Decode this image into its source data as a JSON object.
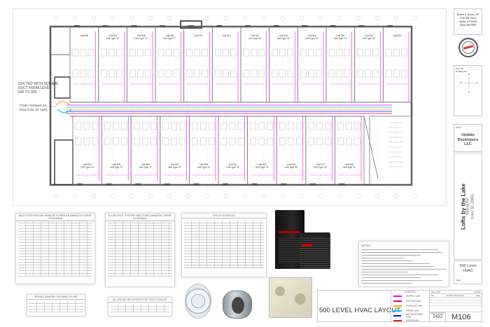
{
  "drawing": {
    "annotations": {
      "duct_note": [
        "DUCTED WITH SQUARE",
        "DUCT FROM LEVEL",
        "500 TO 300"
      ],
      "fresh_note": [
        "Fresh / Exhaust Air",
        "Duct to be 10' Apart"
      ]
    },
    "top_units": [
      {
        "unit": "Unit 502",
        "type": ""
      },
      {
        "unit": "Unit 504",
        "type": "Unit Type \"A\""
      },
      {
        "unit": "Unit 506",
        "type": "Unit Type \"C\""
      },
      {
        "unit": "Unit 508",
        "type": "Unit Type \"F\""
      },
      {
        "unit": "Unit 510",
        "type": ""
      },
      {
        "unit": "Unit 512",
        "type": ""
      },
      {
        "unit": "Unit 514",
        "type": "Unit Type \"D\""
      },
      {
        "unit": "Unit 516",
        "type": "Unit Type \"D\""
      },
      {
        "unit": "Unit 518",
        "type": "Unit Type \"D\""
      },
      {
        "unit": "Unit 520",
        "type": "Unit Type \"D\""
      },
      {
        "unit": "Unit 522",
        "type": "Unit Type \"D\""
      },
      {
        "unit": "Unit 524",
        "type": ""
      }
    ],
    "bottom_units": [
      {
        "unit": "Unit 501",
        "type": "Unit Type \"A\""
      },
      {
        "unit": "Unit 503",
        "type": "Unit Type \"E\""
      },
      {
        "unit": "Unit 505",
        "type": "Unit Type \"F\""
      },
      {
        "unit": "Unit 507",
        "type": "Unit Type \"E\""
      },
      {
        "unit": "Unit 509",
        "type": "Unit Type \"A\""
      },
      {
        "unit": "Unit 511",
        "type": "Unit Type \"B\""
      },
      {
        "unit": "Unit 513",
        "type": "Unit Type \"B\""
      },
      {
        "unit": "Unit 515",
        "type": "Unit Type \"B\""
      },
      {
        "unit": "Unit 517",
        "type": "Unit Type \"B\""
      },
      {
        "unit": "Unit 519",
        "type": "Unit Type \"B\""
      }
    ]
  },
  "schedules": {
    "air_handler": "MULTI-POSITION AIR HANDLER SCHEDULE (MANUFACTURER: GOODMAN)",
    "heat_pump": "R-410A SPLIT SYSTEM HEAT PUMP (MANUFACTURER: GOODMAN)",
    "grille": "GRILLE SCHEDULE",
    "damper": "ROUND DAMPER FOR MAKE UP AIR",
    "registers": "ALL ROUND REGISTERS FOR TOILE EXHAUST"
  },
  "notes_title": "NOTES",
  "legend": {
    "title": "LEGENDS",
    "items": [
      {
        "label": "SUPPLY AIR",
        "color": "#ff00ff"
      },
      {
        "label": "RETURN AIR",
        "color": "#e8006e"
      },
      {
        "label": "EXHAUST AIR",
        "color": "#ffa500"
      },
      {
        "label": "FRESH AIR",
        "color": "#00c8ff"
      },
      {
        "label": "REFRIGERANT PIPE",
        "color": "#0010ff"
      },
      {
        "label": "DRYER AIR",
        "color": "#e02000"
      }
    ]
  },
  "sheet_title": "500 LEVEL HVAC LAYOUT",
  "title_block": {
    "engineer": [
      "Robert A. Baines, PE",
      "1726 29th Street",
      "Ogden, UT 84403",
      "(864) 385-3898"
    ],
    "proj_no_label": "Proj. No.",
    "drawing_no_label": "Drawing No.",
    "compass": {
      "n": "N",
      "s": "S",
      "e": "E",
      "w": "W"
    },
    "client_label": "Client",
    "client": "Update Developers LLC",
    "project": "Lofts by the Lake",
    "address1": "Racing Rd",
    "address2": "Greer SC 29651",
    "sheet_name": "500 Level HVAC",
    "scale_label": "Scale",
    "issue_date_label": "Issue Date",
    "issue_date": "4/12/16",
    "rev_no": "No.",
    "rev_desc": "Revision Description",
    "rev_date": "Date",
    "project_number_label": "Project number",
    "project_number": "2492",
    "sheet_number": "M106"
  }
}
